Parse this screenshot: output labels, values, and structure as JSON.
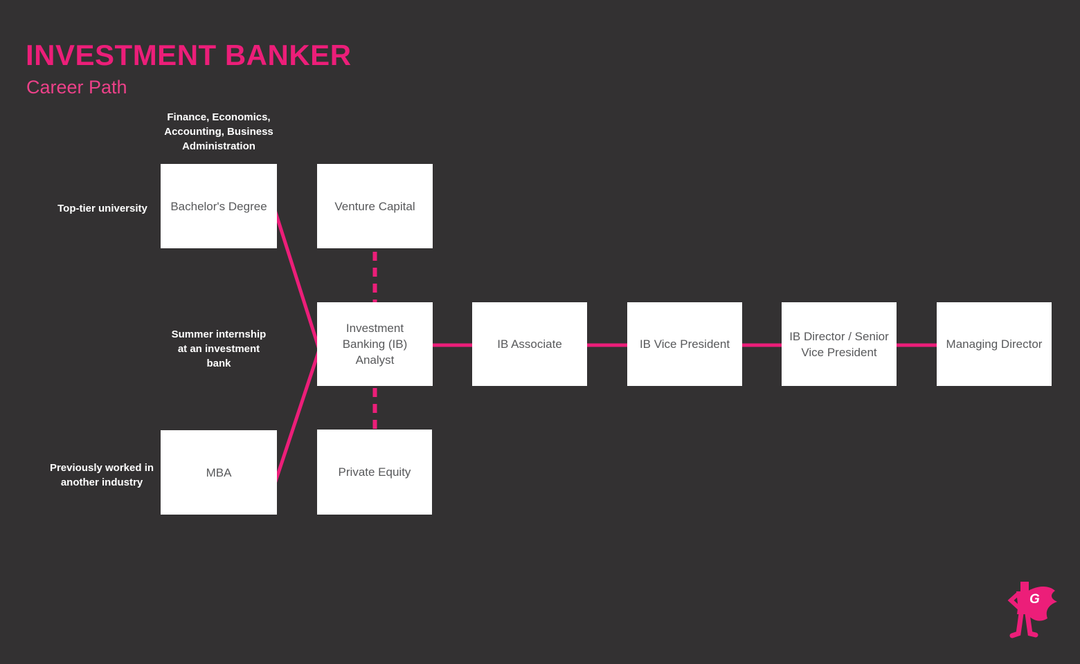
{
  "header": {
    "title": "INVESTMENT BANKER",
    "subtitle": "Career Path"
  },
  "colors": {
    "background": "#333132",
    "accent_pink": "#EC1E79",
    "box_background": "#FFFFFF",
    "box_text": "#58595B",
    "annotation_text": "#FFFFFF"
  },
  "annotations": {
    "degree_fields": "Finance, Economics,\nAccounting, Business\nAdministration",
    "top_tier": "Top-tier university",
    "summer_internship": "Summer internship\nat an investment\nbank",
    "previously_worked": "Previously worked in\nanother industry"
  },
  "boxes": {
    "bachelors_degree": "Bachelor's Degree",
    "venture_capital": "Venture Capital",
    "ib_analyst": "Investment\nBanking (IB)\nAnalyst",
    "ib_associate": "IB Associate",
    "ib_vice_president": "IB Vice President",
    "ib_director": "IB Director / Senior\nVice President",
    "managing_director": "Managing Director",
    "mba": "MBA",
    "private_equity": "Private Equity"
  },
  "logo": {
    "letter": "G"
  }
}
